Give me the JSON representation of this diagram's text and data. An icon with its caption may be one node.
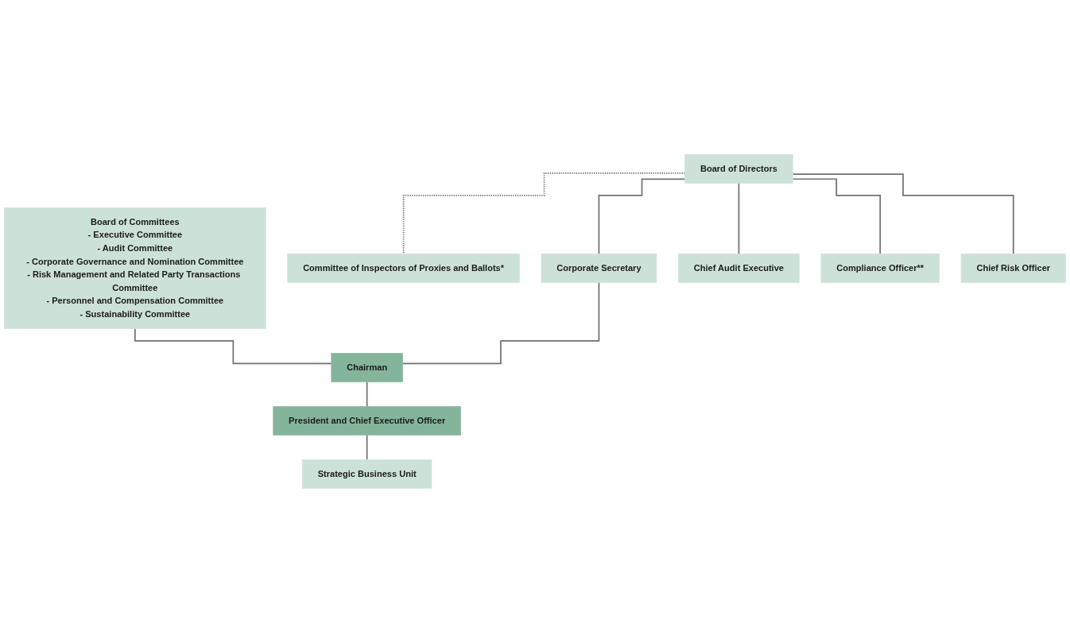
{
  "diagram": {
    "nodes": [
      {
        "text": [
          "Board of Directors"
        ]
      },
      {
        "text": [
          "Board of Committees",
          "- Executive Committee",
          "- Audit Committee",
          "- Corporate Governance and Nomination Committee",
          "- Risk Management and Related Party Transactions Committee",
          "- Personnel and Compensation Committee",
          "- Sustainability Committee"
        ]
      },
      {
        "text": [
          "Committee of Inspectors of Proxies and Ballots*"
        ]
      },
      {
        "text": [
          "Chairman"
        ]
      },
      {
        "text": [
          "Corporate Secretary"
        ]
      },
      {
        "text": [
          "Chief Audit Executive"
        ]
      },
      {
        "text": [
          "President and Chief Executive Officer"
        ]
      },
      {
        "text": [
          "Compliance Officer**"
        ]
      },
      {
        "text": [
          "Chief Risk Officer"
        ]
      },
      {
        "text": [
          "Strategic Business Unit"
        ]
      }
    ],
    "edges": [
      {
        "from": 0,
        "to": 2,
        "arrow": "none",
        "style": "dashed"
      },
      {
        "from": 0,
        "to": 4,
        "arrow": "none"
      },
      {
        "from": 0,
        "to": 7,
        "arrow": "none"
      },
      {
        "from": 0,
        "to": 5,
        "arrow": "none"
      },
      {
        "from": 0,
        "to": 8,
        "arrow": "none"
      },
      {
        "from": 1,
        "to": 3,
        "arrow": "none"
      },
      {
        "from": 4,
        "to": 3,
        "arrow": "none"
      },
      {
        "from": 3,
        "to": 6,
        "arrow": "none"
      },
      {
        "from": 6,
        "to": 9,
        "arrow": "none"
      }
    ]
  }
}
